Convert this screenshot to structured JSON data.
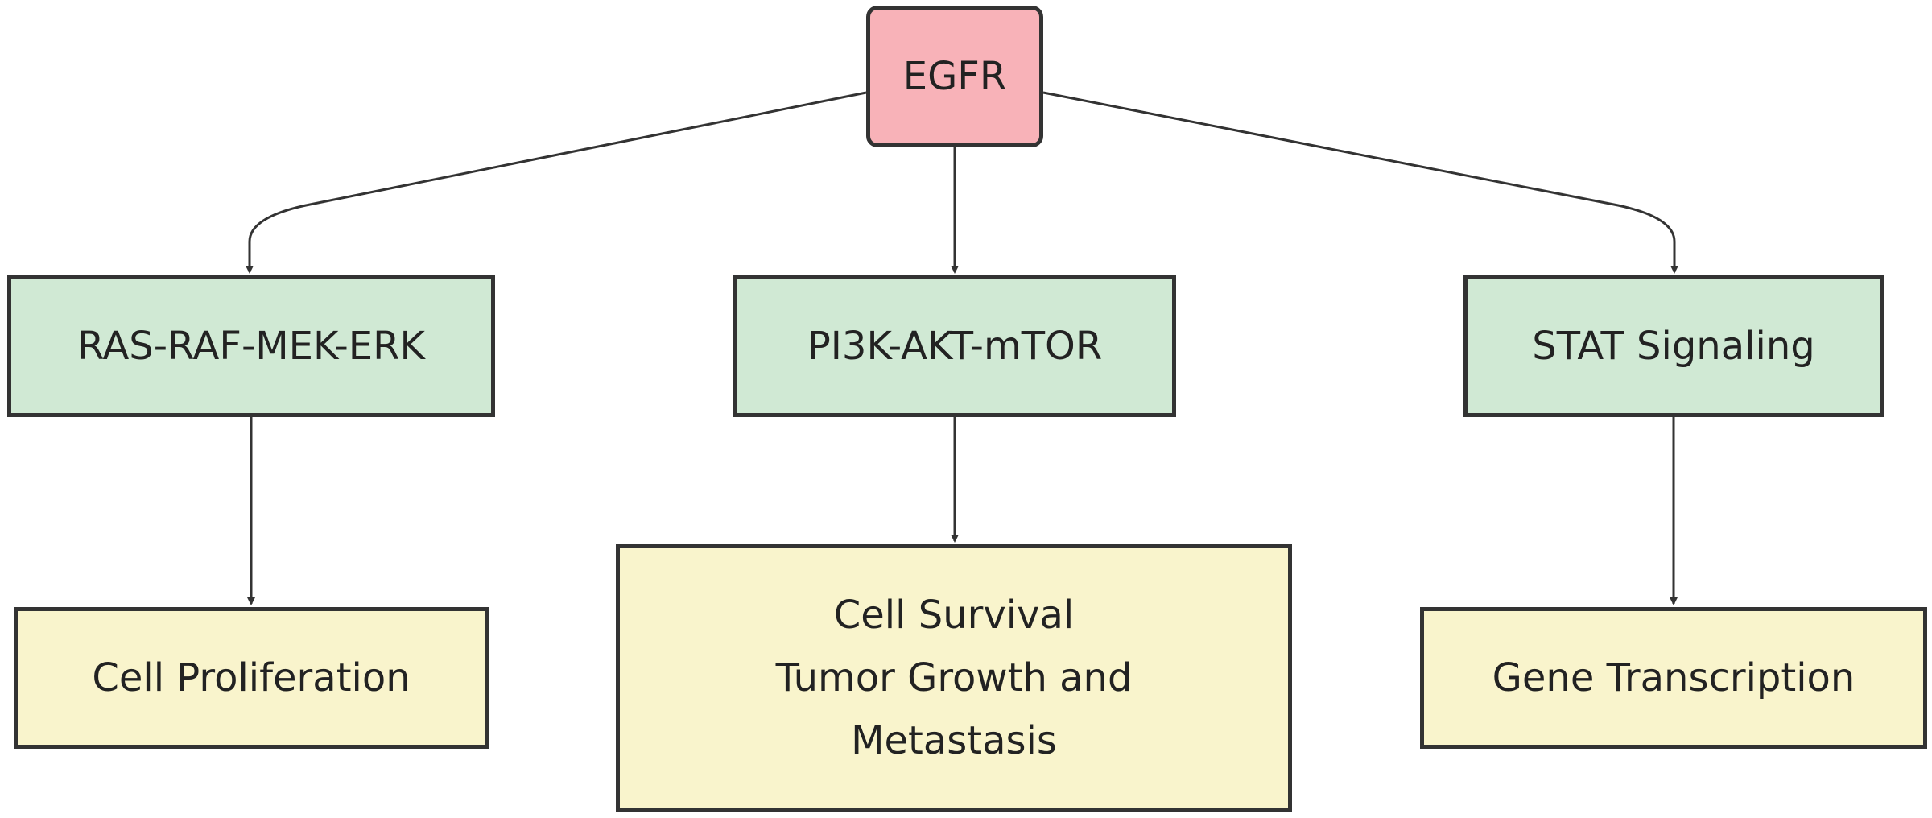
{
  "colors": {
    "edge": "#333333",
    "root_fill": "#f8b2b8",
    "pathway_fill": "#d0e9d4",
    "outcome_fill": "#f9f4cc"
  },
  "nodes": {
    "egfr": {
      "label": "EGFR"
    },
    "ras": {
      "label": "RAS-RAF-MEK-ERK"
    },
    "pi3k": {
      "label": "PI3K-AKT-mTOR"
    },
    "stat": {
      "label": "STAT Signaling"
    },
    "proliferation": {
      "label": "Cell Proliferation"
    },
    "survival": {
      "lines": [
        "Cell Survival",
        "Tumor Growth and",
        "Metastasis"
      ]
    },
    "gene": {
      "label": "Gene Transcription"
    }
  },
  "edges": [
    {
      "from": "EGFR",
      "to": "RAS-RAF-MEK-ERK"
    },
    {
      "from": "EGFR",
      "to": "PI3K-AKT-mTOR"
    },
    {
      "from": "EGFR",
      "to": "STAT Signaling"
    },
    {
      "from": "RAS-RAF-MEK-ERK",
      "to": "Cell Proliferation"
    },
    {
      "from": "PI3K-AKT-mTOR",
      "to": "Cell Survival Tumor Growth and Metastasis"
    },
    {
      "from": "STAT Signaling",
      "to": "Gene Transcription"
    }
  ]
}
